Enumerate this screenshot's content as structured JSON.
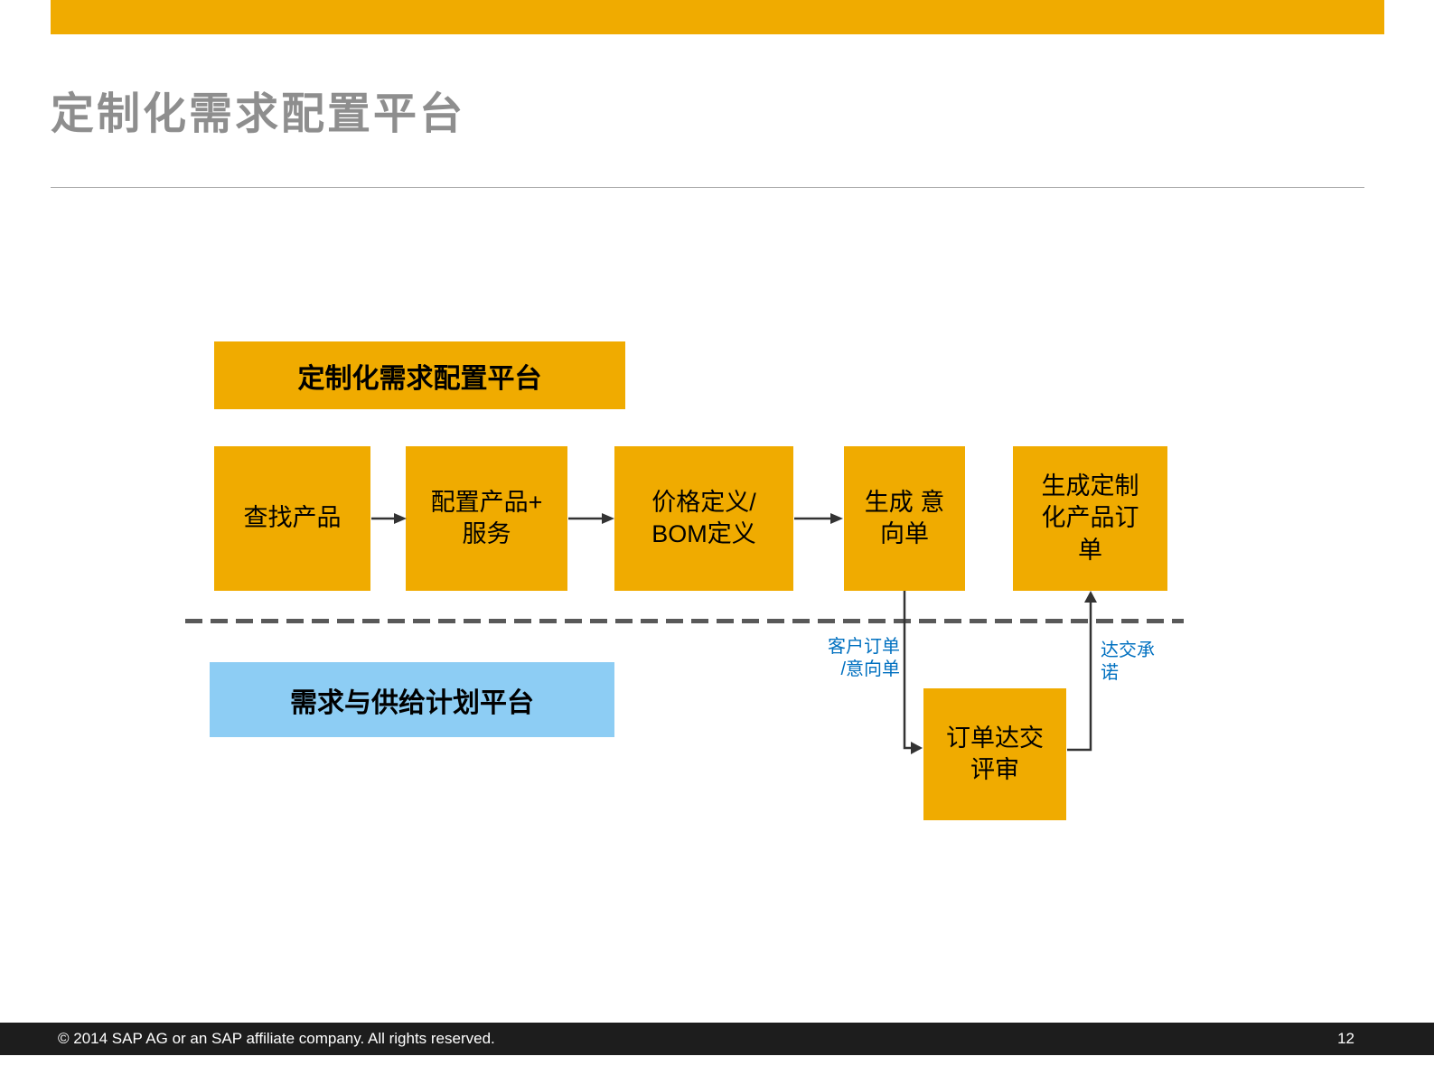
{
  "slide": {
    "title": "定制化需求配置平台",
    "footer": {
      "copyright": "© 2014 SAP AG or an SAP affiliate company. All rights reserved.",
      "page_number": "12"
    }
  },
  "diagram": {
    "top_platform": {
      "label": "定制化需求配置平台"
    },
    "bottom_platform": {
      "label": "需求与供给计划平台"
    },
    "flow_steps": [
      {
        "label": "查找产品"
      },
      {
        "label": "配置产品+\n服务"
      },
      {
        "label": "价格定义/\nBOM定义"
      },
      {
        "label": "生成 意\n向单"
      },
      {
        "label": "生成定制\n化产品订\n单"
      }
    ],
    "review_box": {
      "label": "订单达交\n评审"
    },
    "connector_labels": {
      "customer_order": "客户订单\n/意向单",
      "delivery_commitment": "达交承\n诺"
    }
  },
  "colors": {
    "sap_gold": "#F0AB00",
    "light_blue": "#8DCDF4",
    "connector_label_blue": "#0070C0",
    "title_gray": "#8E8E8E",
    "footer_background": "#1D1D1D",
    "dashed_line_gray": "#595959",
    "arrow_color": "#333333"
  }
}
